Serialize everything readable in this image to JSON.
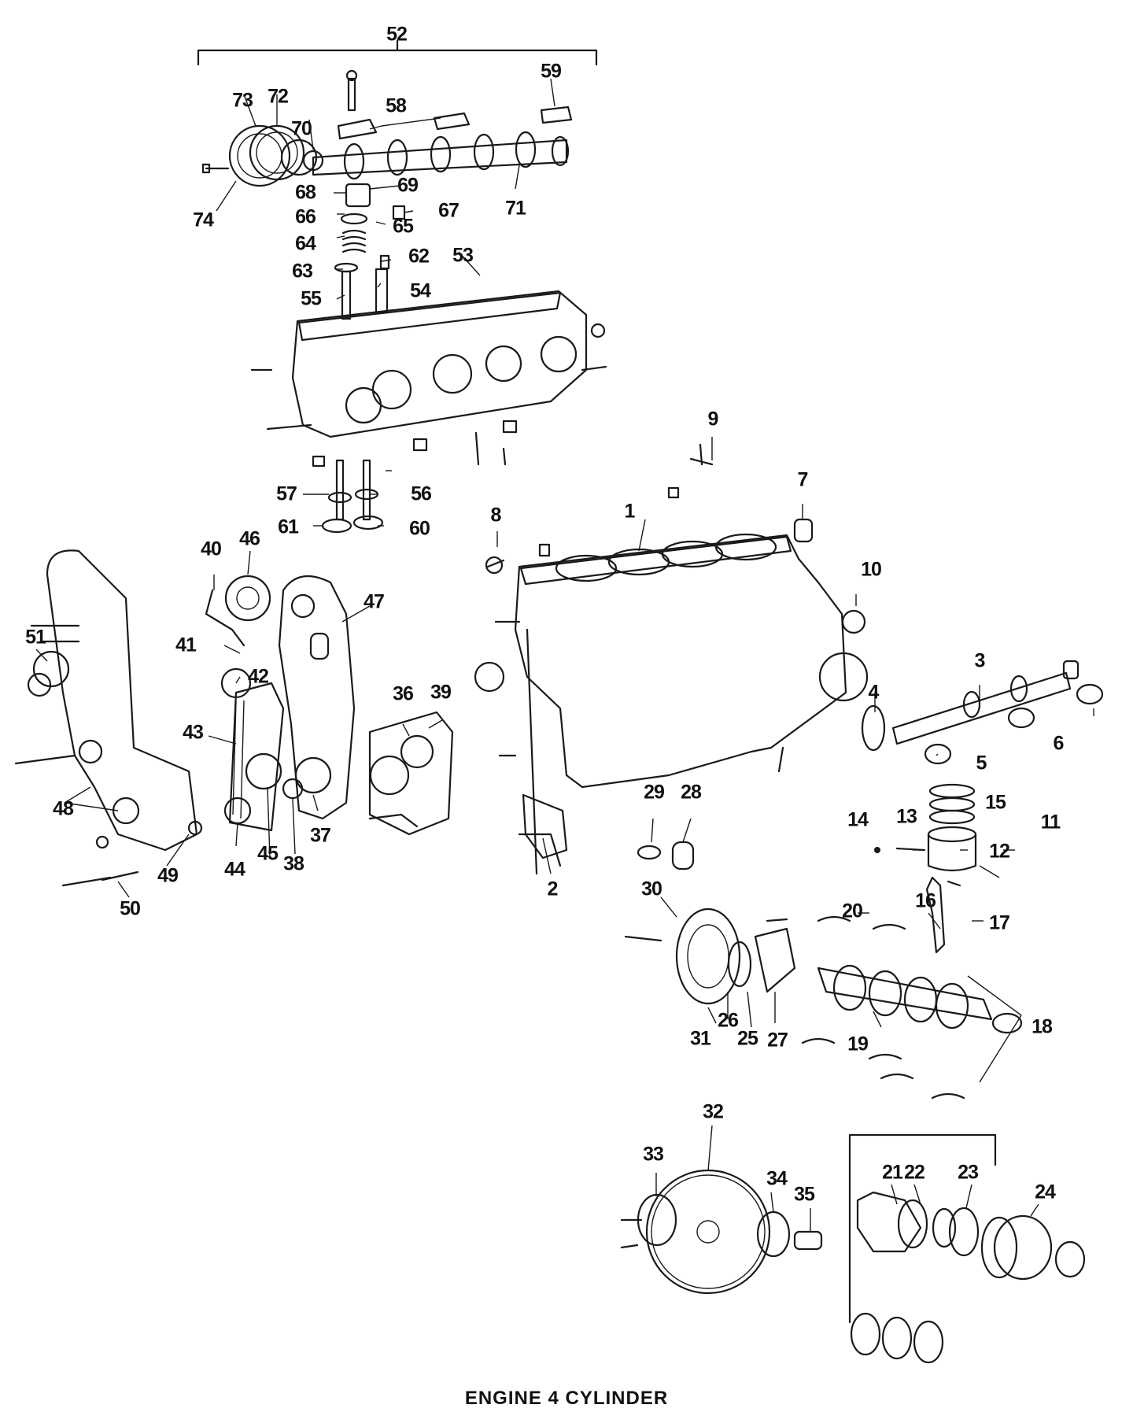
{
  "caption": "ENGINE 4 CYLINDER",
  "callouts": {
    "c1": "1",
    "c2": "2",
    "c3": "3",
    "c4": "4",
    "c5": "5",
    "c6": "6",
    "c7": "7",
    "c8": "8",
    "c9": "9",
    "c10": "10",
    "c11": "11",
    "c12": "12",
    "c13": "13",
    "c14": "14",
    "c15": "15",
    "c16": "16",
    "c17": "17",
    "c18": "18",
    "c19": "19",
    "c20": "20",
    "c21": "21",
    "c22": "22",
    "c23": "23",
    "c24": "24",
    "c25": "25",
    "c26": "26",
    "c27": "27",
    "c28": "28",
    "c29": "29",
    "c30": "30",
    "c31": "31",
    "c32": "32",
    "c33": "33",
    "c34": "34",
    "c35": "35",
    "c36": "36",
    "c37": "37",
    "c38": "38",
    "c39": "39",
    "c40": "40",
    "c41": "41",
    "c42": "42",
    "c43": "43",
    "c44": "44",
    "c45": "45",
    "c46": "46",
    "c47": "47",
    "c48": "48",
    "c49": "49",
    "c50": "50",
    "c51": "51",
    "c52": "52",
    "c53": "53",
    "c54": "54",
    "c55": "55",
    "c56": "56",
    "c57": "57",
    "c58": "58",
    "c59": "59",
    "c60": "60",
    "c61": "61",
    "c62": "62",
    "c63": "63",
    "c64": "64",
    "c65": "65",
    "c66": "66",
    "c67": "67",
    "c68": "68",
    "c69": "69",
    "c70": "70",
    "c71": "71",
    "c72": "72",
    "c73": "73",
    "c74": "74"
  }
}
